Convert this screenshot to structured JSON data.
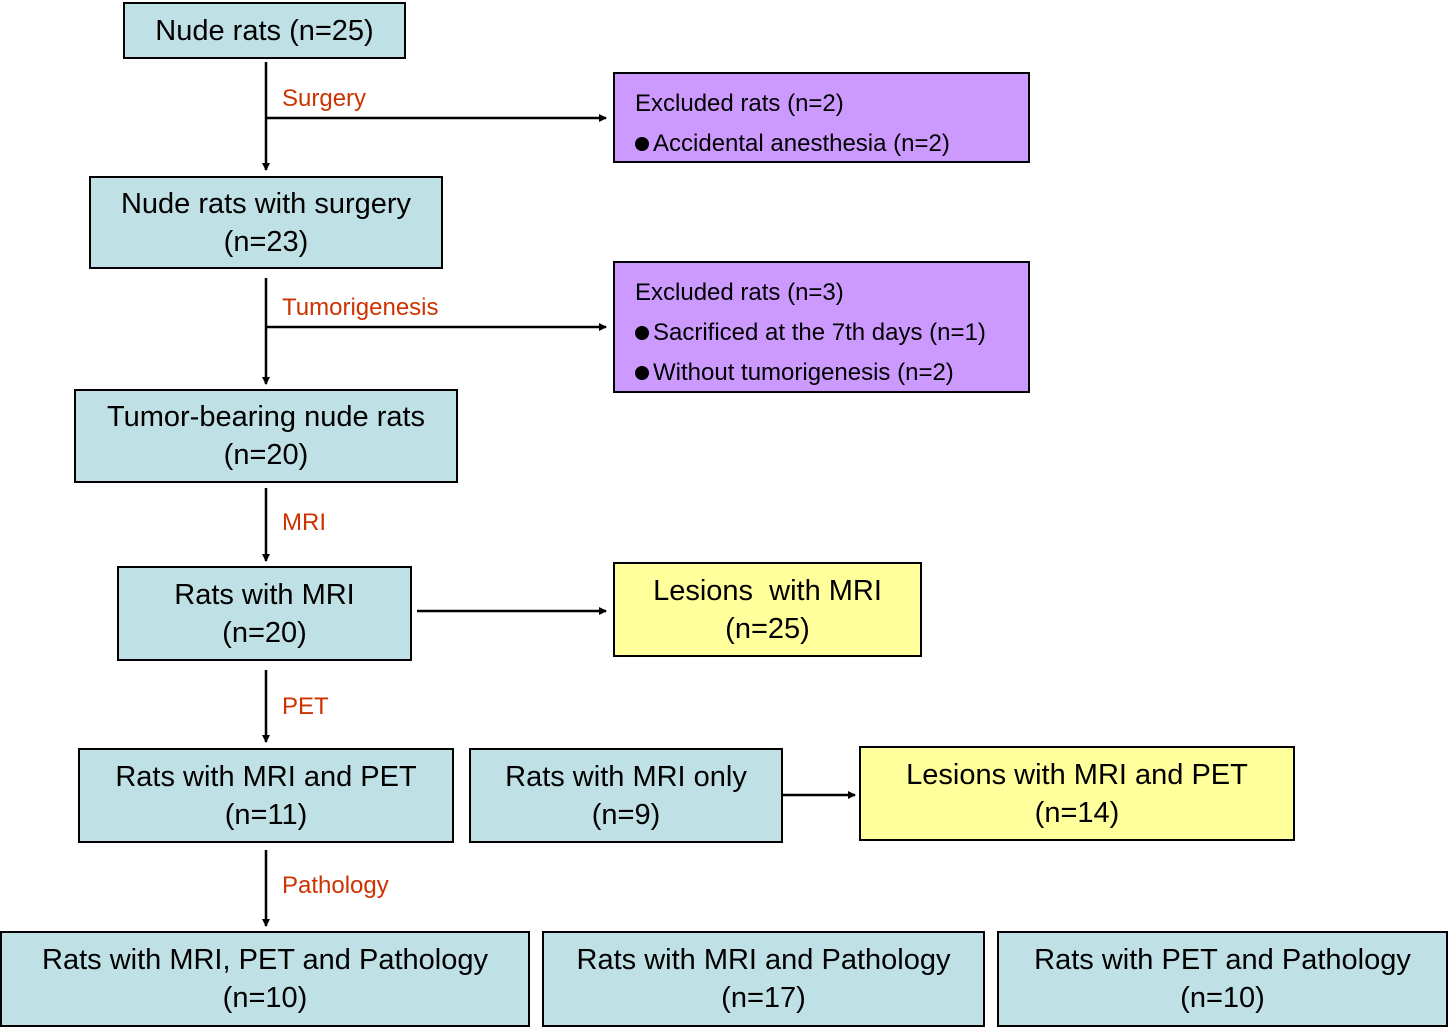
{
  "boxes": {
    "nude_rats": {
      "line1": "Nude rats (n=25)"
    },
    "nude_rats_surgery": {
      "line1": "Nude rats with surgery",
      "line2": "(n=23)"
    },
    "tumor_bearing": {
      "line1": "Tumor-bearing nude rats",
      "line2": "(n=20)"
    },
    "rats_mri": {
      "line1": "Rats with MRI",
      "line2": "(n=20)"
    },
    "rats_mri_pet": {
      "line1": "Rats with MRI and PET",
      "line2": "(n=11)"
    },
    "rats_mri_only": {
      "line1": "Rats with MRI only",
      "line2": "(n=9)"
    },
    "rats_mri_pet_path": {
      "line1": "Rats with MRI, PET and Pathology",
      "line2": "(n=10)"
    },
    "rats_mri_path": {
      "line1": "Rats with MRI and Pathology",
      "line2": "(n=17)"
    },
    "rats_pet_path": {
      "line1": "Rats with PET and Pathology",
      "line2": "(n=10)"
    },
    "lesions_mri": {
      "line1": "Lesions  with MRI",
      "line2": "(n=25)"
    },
    "lesions_mri_pet": {
      "line1": "Lesions with MRI and PET",
      "line2": "(n=14)"
    }
  },
  "excluded": {
    "first": {
      "title": "Excluded rats (n=2)",
      "items": [
        "Accidental anesthesia (n=2)"
      ]
    },
    "second": {
      "title": "Excluded rats (n=3)",
      "items": [
        "Sacrificed at the 7th days (n=1)",
        "Without tumorigenesis (n=2)"
      ]
    }
  },
  "steps": {
    "surgery": "Surgery",
    "tumorigenesis": "Tumorigenesis",
    "mri": "MRI",
    "pet": "PET",
    "pathology": "Pathology"
  },
  "colors": {
    "main_box": "#bfe0e4",
    "excluded_box": "#cc99ff",
    "lesion_box": "#ffff9c",
    "step_label": "#cc3300"
  }
}
